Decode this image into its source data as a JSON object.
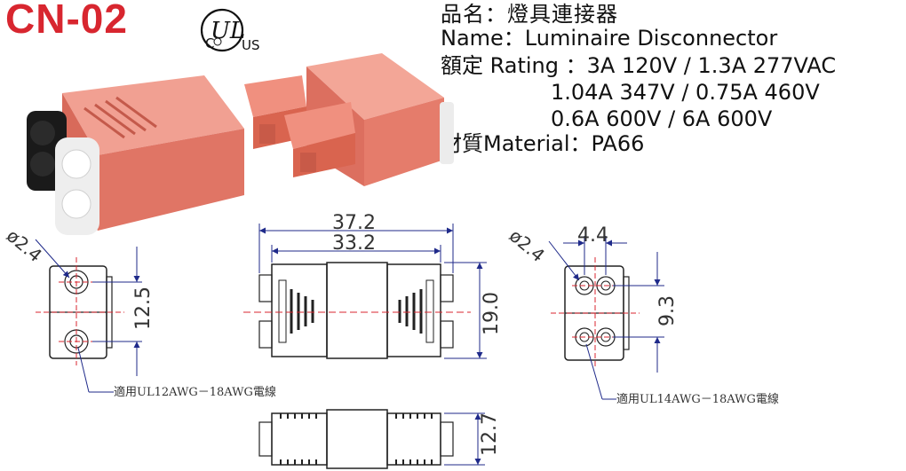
{
  "model": "CN-02",
  "cert": {
    "c": "C",
    "ul": "UL",
    "us": "US"
  },
  "spec": {
    "name_cn": "品名：燈具連接器",
    "name_en": "Name：Luminaire Disconnector",
    "rating_line1": "額定 Rating ：3A 120V / 1.3A 277VAC",
    "rating_line2": "1.04A 347V / 0.75A 460V",
    "rating_line3": "0.6A 600V / 6A 600V",
    "material": "材質Material：PA66"
  },
  "dims": {
    "left_hole": "ø2.4",
    "left_pitch": "12.5",
    "top_outer": "37.2",
    "top_inner": "33.2",
    "side_height": "19.0",
    "right_hole": "ø2.4",
    "right_pitch_h": "4.4",
    "right_pitch_v": "9.3",
    "bottom_height": "12.7"
  },
  "notes": {
    "left_wire": "適用UL12AWG－18AWG電線",
    "right_wire": "適用UL14AWG－18AWG電線"
  },
  "colors": {
    "model_red": "#d8262f",
    "body_salmon": "#e8806f",
    "dimension_blue": "#1f2a8a",
    "centerline_red": "#d8262f"
  }
}
